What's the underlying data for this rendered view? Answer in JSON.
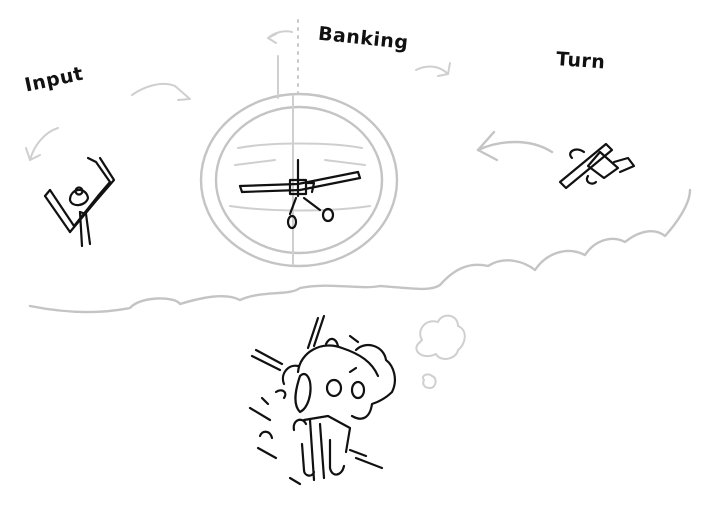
{
  "labels": {
    "input": "Input",
    "banking": "Banking",
    "turn": "Turn"
  },
  "colors": {
    "ink": "#111111",
    "pencil_grey": "#c4c4c4",
    "background": "#ffffff"
  },
  "icons": {
    "yoke": "control-yoke-icon",
    "banking_plane": "banking-airplane-icon",
    "turning_plane": "turning-airplane-icon",
    "pilot": "pilot-in-cockpit-icon",
    "cloud": "cloud-icon"
  }
}
